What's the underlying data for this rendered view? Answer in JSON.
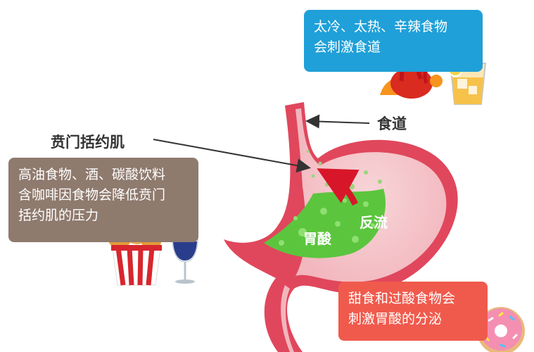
{
  "callouts": {
    "cold_hot_spicy": "太冷、太热、辛辣食物\n会刺激食道",
    "fatty_alcohol": "高油食物、酒、碳酸饮料\n含咖啡因食物会降低贲门\n括约肌的压力",
    "sweet_acidic": "甜食和过酸食物会\n刺激胃酸的分泌"
  },
  "labels": {
    "cardia_sphincter": "贲门括约肌",
    "esophagus": "食道",
    "stomach_acid": "胃酸",
    "reflux": "反流"
  },
  "colors": {
    "blue_box": "#1fa0d8",
    "brown_box": "#8f7a6e",
    "orange_box": "#f05a4c",
    "stomach_wall": "#e0475c",
    "acid": "#5cc53e"
  },
  "icons": [
    "spicy-food-icon",
    "iced-drink-icon",
    "fried-chicken-icon",
    "wine-glass-icon",
    "donut-icon"
  ]
}
